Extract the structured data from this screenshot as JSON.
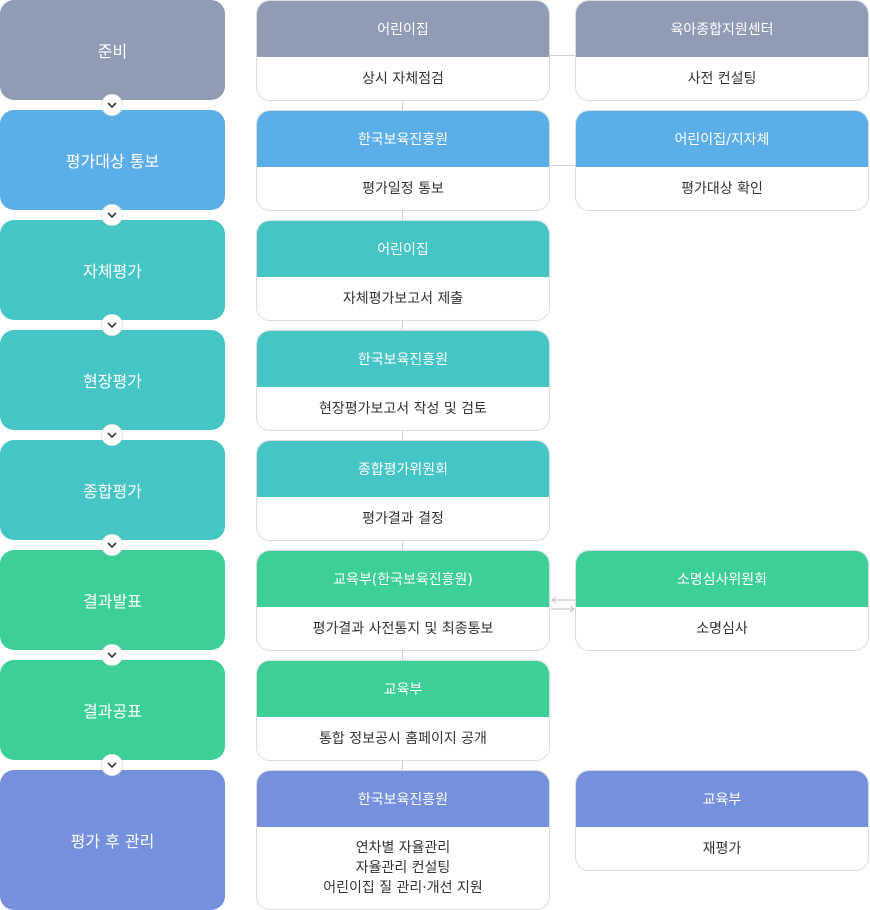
{
  "colors": {
    "gray": "#909bb6",
    "blue": "#5baee8",
    "teal": "#45c5c6",
    "green": "#3ccf96",
    "purple": "#7591dd"
  },
  "steps": [
    {
      "label": "준비"
    },
    {
      "label": "평가대상 통보"
    },
    {
      "label": "자체평가"
    },
    {
      "label": "현장평가"
    },
    {
      "label": "종합평가"
    },
    {
      "label": "결과발표"
    },
    {
      "label": "결과공표"
    },
    {
      "label": "평가 후 관리"
    }
  ],
  "cards": {
    "s1a": {
      "head": "어린이집",
      "body": [
        "상시 자체점검"
      ]
    },
    "s1b": {
      "head": "육아종합지원센터",
      "body": [
        "사전 컨설팅"
      ]
    },
    "s2a": {
      "head": "한국보육진흥원",
      "body": [
        "평가일정 통보"
      ]
    },
    "s2b": {
      "head": "어린이집/지자체",
      "body": [
        "평가대상 확인"
      ]
    },
    "s3a": {
      "head": "어린이집",
      "body": [
        "자체평가보고서 제출"
      ]
    },
    "s4a": {
      "head": "한국보육진흥원",
      "body": [
        "현장평가보고서 작성 및 검토"
      ]
    },
    "s5a": {
      "head": "종합평가위원회",
      "body": [
        "평가결과 결정"
      ]
    },
    "s6a": {
      "head": "교육부(한국보육진흥원)",
      "body": [
        "평가결과 사전통지 및 최종통보"
      ]
    },
    "s6b": {
      "head": "소명심사위원회",
      "body": [
        "소명심사"
      ]
    },
    "s7a": {
      "head": "교육부",
      "body": [
        "통합 정보공시 홈페이지 공개"
      ]
    },
    "s8a": {
      "head": "한국보육진흥원",
      "body": [
        "연차별 자율관리",
        "자율관리 컨설팅",
        "어린이집 질 관리·개선 지원"
      ]
    },
    "s8b": {
      "head": "교육부",
      "body": [
        "재평가"
      ]
    }
  }
}
